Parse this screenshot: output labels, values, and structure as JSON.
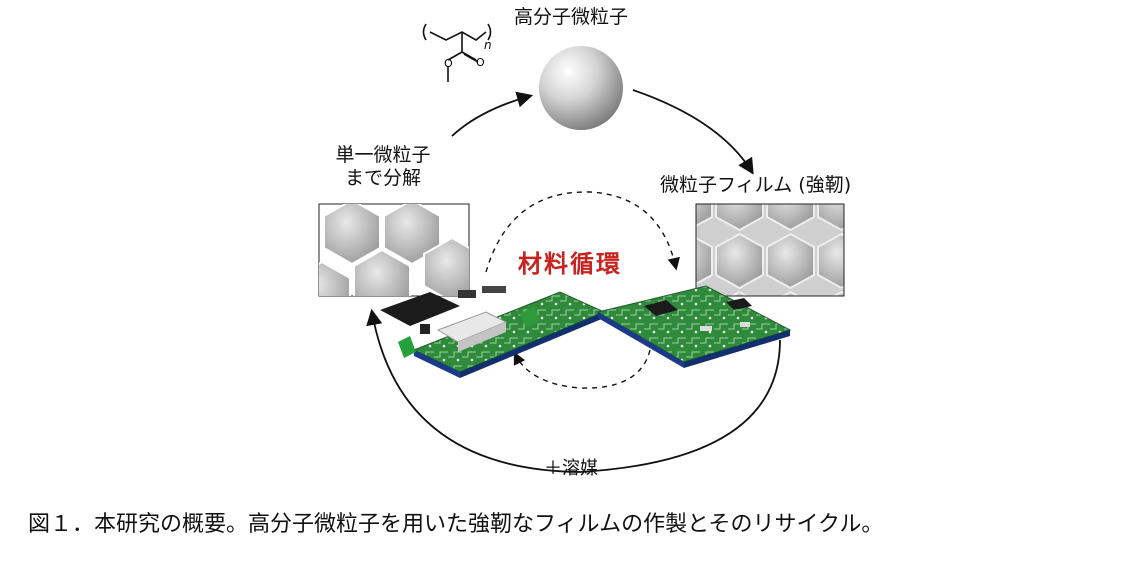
{
  "labels": {
    "polymer_particle": "高分子微粒子",
    "decompose_line1": "単一微粒子",
    "decompose_line2": "まで分解",
    "film": "微粒子フィルム (強靭)",
    "material_cycle": "材料循環",
    "solvent": "＋溶媒",
    "repeat_n": "n"
  },
  "caption": "図１．本研究の概要。高分子微粒子を用いた強靭なフィルムの作製とそのリサイクル。",
  "colors": {
    "cycle_text": "#c8241f",
    "pcb_green": "#2f8a3c",
    "pcb_dark": "#1e5c28",
    "sphere": "#bdbdbd"
  }
}
